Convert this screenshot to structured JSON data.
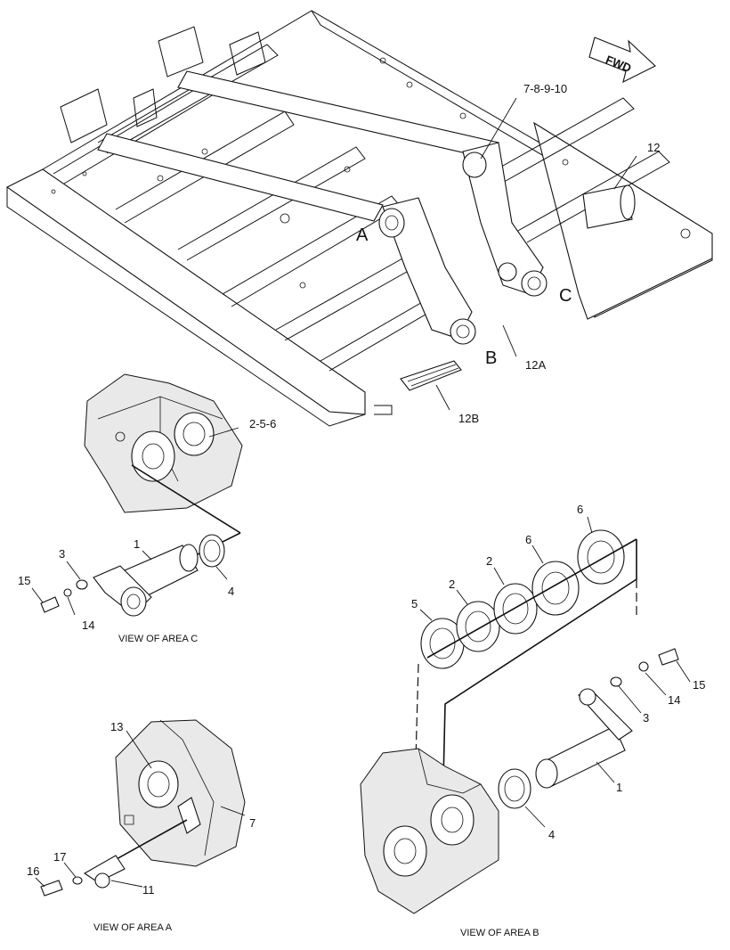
{
  "fwd": "FWD",
  "main_view": {
    "area_letters": {
      "a": "A",
      "b": "B",
      "c": "C"
    },
    "callouts": {
      "c_7_8_9_10": "7-8-9-10",
      "c_12": "12",
      "c_12a": "12A",
      "c_12b": "12B"
    }
  },
  "view_c": {
    "caption": "VIEW OF AREA C",
    "callouts": {
      "c_2_5_6": "2-5-6",
      "c_1": "1",
      "c_3": "3",
      "c_4": "4",
      "c_14": "14",
      "c_15": "15"
    }
  },
  "view_a": {
    "caption": "VIEW OF AREA  A",
    "callouts": {
      "c_13": "13",
      "c_7": "7",
      "c_11": "11",
      "c_16": "16",
      "c_17": "17"
    }
  },
  "view_b": {
    "caption": "VIEW OF AREA B",
    "callouts": {
      "c_6a": "6",
      "c_6b": "6",
      "c_2a": "2",
      "c_2b": "2",
      "c_5": "5",
      "c_15": "15",
      "c_14": "14",
      "c_3": "3",
      "c_1": "1",
      "c_4": "4"
    }
  }
}
